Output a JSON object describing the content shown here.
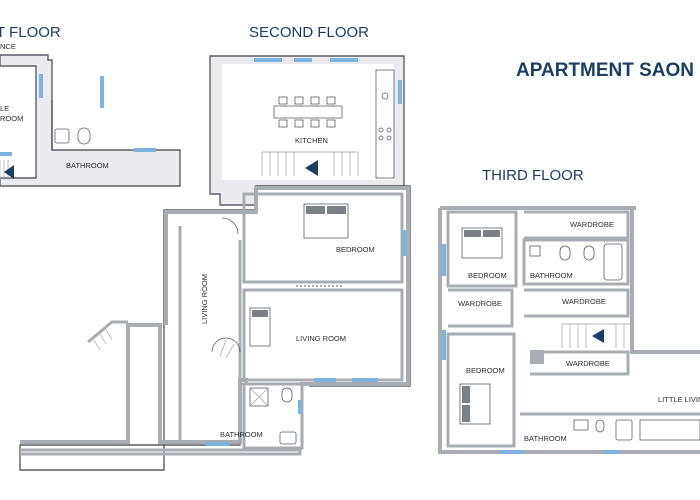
{
  "title": "APARTMENT SAON",
  "floors": {
    "first": {
      "title": "T FLOOR"
    },
    "second": {
      "title": "SECOND FLOOR"
    },
    "third": {
      "title": "THIRD FLOOR"
    }
  },
  "rooms": {
    "first_entrance": "NCE",
    "first_little_a": "LE",
    "first_little_b": "ROOM",
    "first_bathroom": "BATHROOM",
    "second_kitchen": "KITCHEN",
    "second_bedroom": "BEDROOM",
    "second_living_vertical": "LIVING ROOM",
    "second_living": "LIVING ROOM",
    "second_bathroom": "BATHROOM",
    "third_wardrobe_top": "WARDROBE",
    "third_bedroom_top": "BEDROOM",
    "third_bathroom_top": "BATHROOM",
    "third_wardrobe_mid": "WARDROBE",
    "third_wardrobe_left": "WARDROBE",
    "third_wardrobe_low": "WARDROBE",
    "third_bedroom_bottom": "BEDROOM",
    "third_little_living": "LITTLE LIVING",
    "third_bathroom_bottom": "BATHROOM"
  },
  "icons": {
    "stair_arrow": "arrow-left-icon",
    "bed": "bed-icon"
  }
}
